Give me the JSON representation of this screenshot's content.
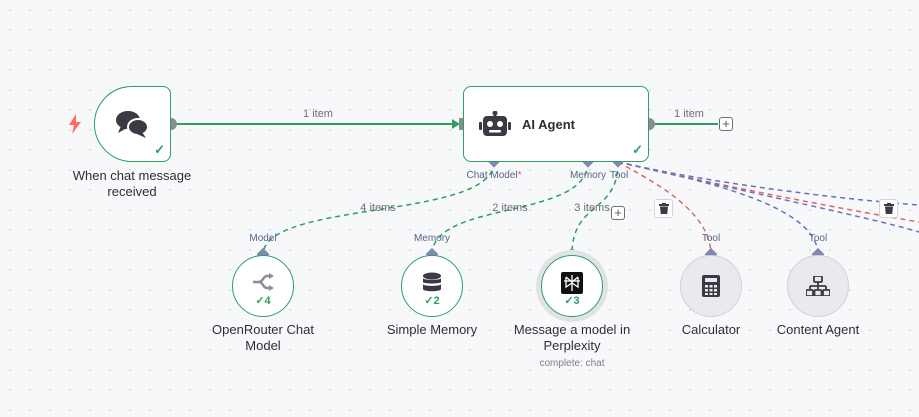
{
  "nodes": {
    "trigger": {
      "title": "When chat message received",
      "icon": "chat-bubbles-icon",
      "accent": "#ff6d5a"
    },
    "agent": {
      "title": "AI Agent",
      "icon": "robot-icon",
      "ports": {
        "chat_model": "Chat Model",
        "required_mark": "*",
        "memory": "Memory",
        "tool": "Tool"
      }
    },
    "openrouter": {
      "title": "OpenRouter Chat Model",
      "port": "Model",
      "count": "4",
      "icon": "openrouter-icon"
    },
    "memory": {
      "title": "Simple Memory",
      "port": "Memory",
      "count": "2",
      "icon": "database-icon"
    },
    "perplexity": {
      "title": "Message a model in Perplexity",
      "subtitle": "complete: chat",
      "count": "3",
      "icon": "perplexity-icon"
    },
    "calculator": {
      "title": "Calculator",
      "port": "Tool",
      "icon": "calculator-icon"
    },
    "content_agent": {
      "title": "Content Agent",
      "port": "Tool",
      "icon": "sitemap-icon"
    }
  },
  "edges": {
    "trigger_to_agent": "1 item",
    "agent_output": "1 item",
    "model_link": "4 items",
    "memory_link": "2 items",
    "tool_link": "3 items"
  },
  "colors": {
    "success": "#2e9e62",
    "port": "#8487b4",
    "dashed_red": "#e06666",
    "dashed_blue": "#6c70b8"
  }
}
